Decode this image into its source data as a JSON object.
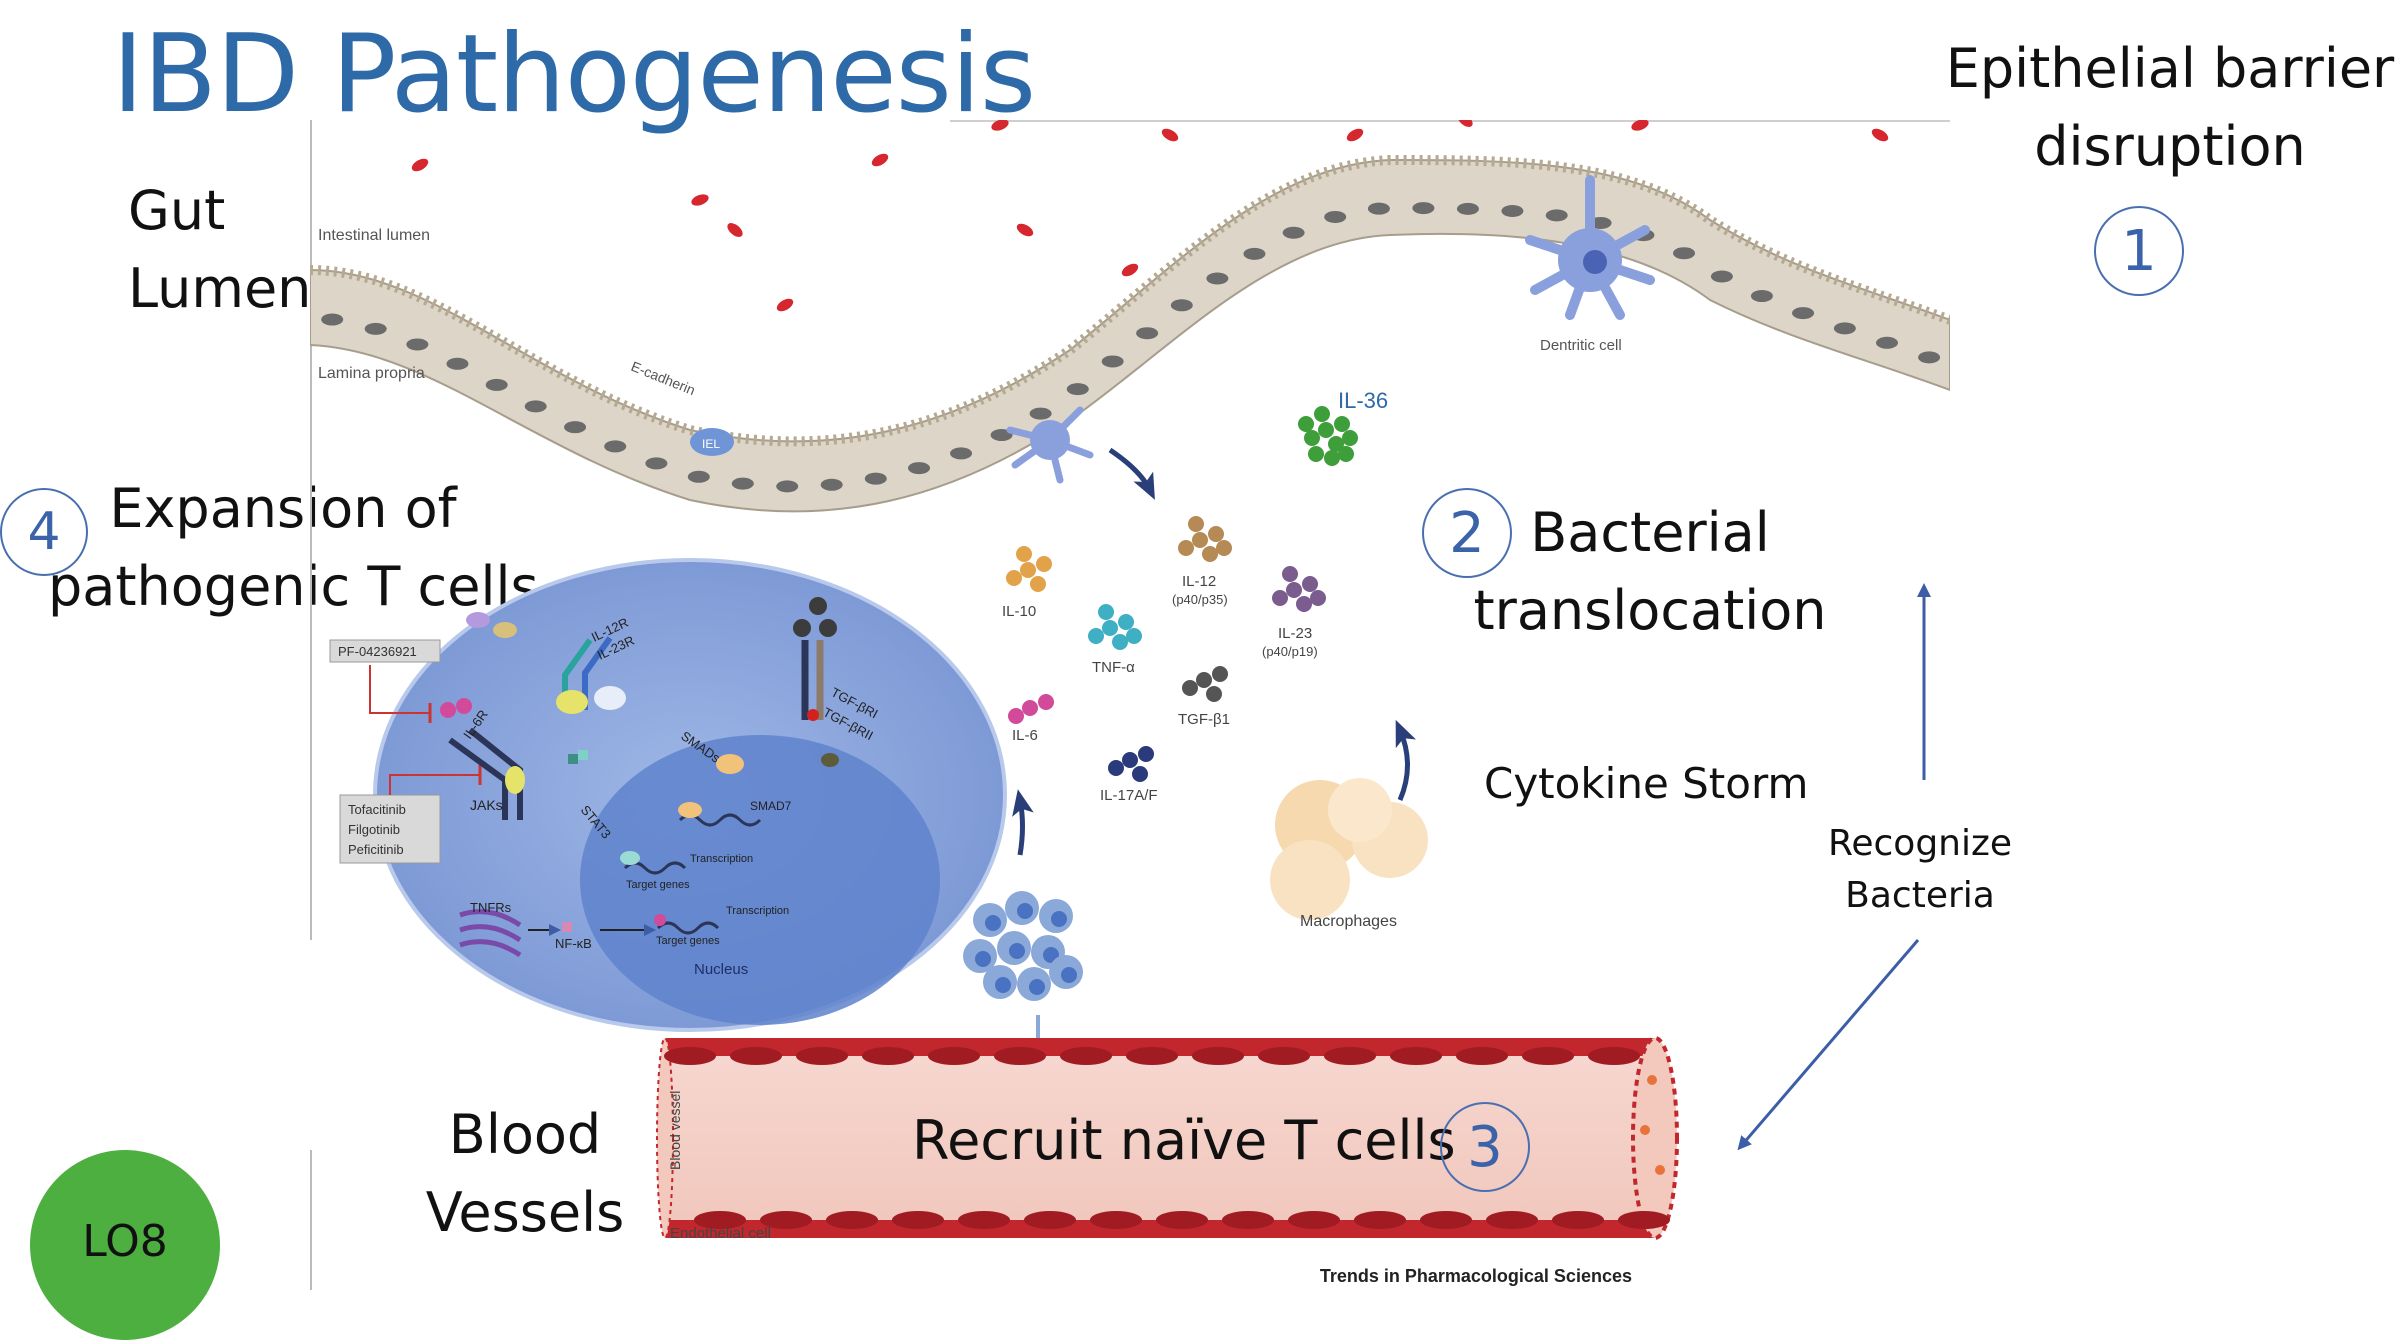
{
  "slide": {
    "title": "IBD Pathogenesis",
    "badge": "LO8"
  },
  "labels": {
    "gut_lumen_1": "Gut",
    "gut_lumen_2": "Lumen",
    "epithelial_1": "Epithelial barrier",
    "epithelial_2": "disruption",
    "step1": "1",
    "step2": "2",
    "step3": "3",
    "step4": "4",
    "bacterial_1": "Bacterial",
    "bacterial_2": "translocation",
    "expansion_1": "Expansion of",
    "expansion_2": "pathogenic T cells",
    "cytokine_storm": "Cytokine Storm",
    "recognize_1": "Recognize",
    "recognize_2": "Bacteria",
    "blood_1": "Blood",
    "blood_2": "Vessels",
    "recruit": "Recruit naïve T cells"
  },
  "figure": {
    "intestinal_lumen": "Intestinal lumen",
    "lamina_propria": "Lamina propria",
    "e_cadherin": "E-cadherin",
    "iel": "IEL",
    "dendritic_cell": "Dentritic cell",
    "il36": "IL-36",
    "il10": "IL-10",
    "il12": "IL-12",
    "il12_sub": "(p40/p35)",
    "il23": "IL-23",
    "il23_sub": "(p40/p19)",
    "tnfa": "TNF-α",
    "tgfb1": "TGF-β1",
    "il6": "IL-6",
    "il17": "IL-17A/F",
    "macrophages": "Macrophages",
    "pf": "PF-04236921",
    "jak_drugs": [
      "Tofacitinib",
      "Filgotinib",
      "Peficitinib"
    ],
    "il12r": "IL-12R",
    "il23r": "IL-23R",
    "il6r": "IL-6R",
    "jaks": "JAKs",
    "stat3": "STAT3",
    "smads": "SMADs",
    "smad7": "SMAD7",
    "tgfbri": "TGF-βRI",
    "tgfbrii": "TGF-βRII",
    "transcription": "Transcription",
    "target_genes": "Target genes",
    "tnfrs": "TNFRs",
    "nfkb": "NF-κB",
    "nucleus": "Nucleus",
    "blood_vessel": "Blood vessel",
    "endothelial": "Endothelial cell",
    "source": "Trends in Pharmacological Sciences"
  },
  "colors": {
    "title": "#2e6aa8",
    "step_circle": "#4a6fb0",
    "badge": "#4caf3f",
    "epithelium": "#ddd6c8",
    "bacteria": "#d6262e",
    "vessel": "#c1272d",
    "tcell": "#8aa8d8"
  }
}
